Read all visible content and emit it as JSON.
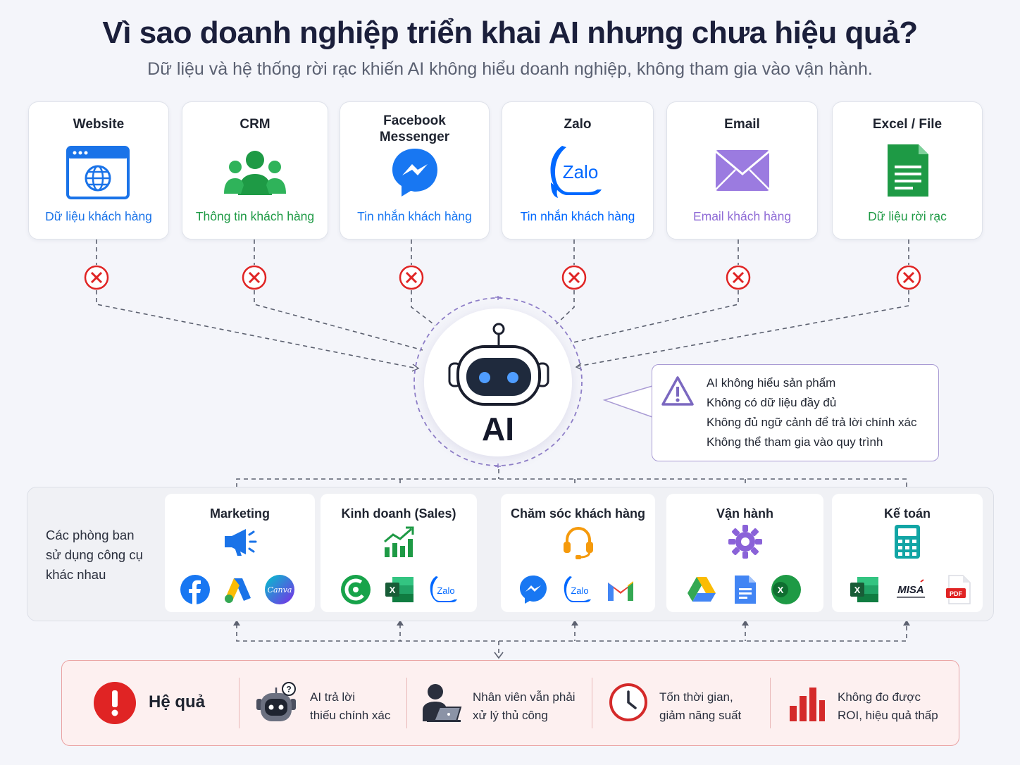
{
  "title": "Vì sao doanh nghiệp triển khai AI nhưng chưa hiệu quả?",
  "subtitle": "Dữ liệu và hệ thống rời rạc khiến AI không hiểu doanh nghiệp, không tham gia vào vận hành.",
  "sources": [
    {
      "title": "Website",
      "subtitle": "Dữ liệu khách hàng",
      "icon": "browser-globe-icon",
      "color": "#1a73e8"
    },
    {
      "title": "CRM",
      "subtitle": "Thông tin khách hàng",
      "icon": "people-group-icon",
      "color": "#1e9a45"
    },
    {
      "title": "Facebook Messenger",
      "subtitle": "Tin nhắn khách hàng",
      "icon": "messenger-icon",
      "color": "#1877f2"
    },
    {
      "title": "Zalo",
      "subtitle": "Tin nhắn khách hàng",
      "icon": "zalo-icon",
      "color": "#0068ff"
    },
    {
      "title": "Email",
      "subtitle": "Email khách hàng",
      "icon": "envelope-icon",
      "color": "#8f6bd6"
    },
    {
      "title": "Excel / File",
      "subtitle": "Dữ liệu rời rạc",
      "icon": "spreadsheet-file-icon",
      "color": "#1e9a45"
    }
  ],
  "ai": {
    "label": "AI",
    "icon": "robot-icon"
  },
  "zalo_logo_text": "Zalo",
  "warnings": [
    "AI không hiểu sản phẩm",
    "Không có dữ liệu đầy đủ",
    "Không đủ ngữ cảnh để trả lời chính xác",
    "Không thể tham gia vào quy trình"
  ],
  "departments_caption": [
    "Các phòng ban",
    "sử dụng công cụ",
    "khác nhau"
  ],
  "departments": [
    {
      "title": "Marketing",
      "icon": "megaphone-icon",
      "tools": [
        "facebook-icon",
        "google-ads-icon",
        "canva-icon"
      ]
    },
    {
      "title": "Kinh doanh (Sales)",
      "icon": "growth-chart-icon",
      "tools": [
        "crm-c-icon",
        "excel-icon",
        "zalo-icon"
      ]
    },
    {
      "title": "Chăm sóc khách hàng",
      "icon": "headset-icon",
      "tools": [
        "messenger-icon",
        "zalo-icon",
        "gmail-icon"
      ]
    },
    {
      "title": "Vận hành",
      "icon": "gear-icon",
      "tools": [
        "google-drive-icon",
        "google-docs-icon",
        "excel-round-icon"
      ]
    },
    {
      "title": "Kế toán",
      "icon": "calculator-icon",
      "tools": [
        "excel-icon",
        "misa-icon",
        "pdf-icon"
      ]
    }
  ],
  "tool_labels": {
    "canva": "Canva",
    "zalo": "Zalo",
    "misa": "MISA",
    "pdf": "PDF",
    "excel": "X"
  },
  "consequences": {
    "title": "Hệ quả",
    "items": [
      {
        "line1": "AI trả lời",
        "line2": "thiếu chính xác",
        "icon": "robot-question-icon"
      },
      {
        "line1": "Nhân viên vẫn phải",
        "line2": "xử lý thủ công",
        "icon": "person-laptop-icon"
      },
      {
        "line1": "Tốn thời gian,",
        "line2": "giảm năng suất",
        "icon": "clock-icon"
      },
      {
        "line1": "Không đo được",
        "line2": "ROI, hiệu quả thấp",
        "icon": "bar-chart-icon"
      }
    ]
  },
  "colors": {
    "title": "#1b1f3b",
    "error_red": "#e02424",
    "ai_purple": "#7b68c0",
    "consequence_bg": "#fdf0f0",
    "consequence_border": "#eaa3a3"
  }
}
